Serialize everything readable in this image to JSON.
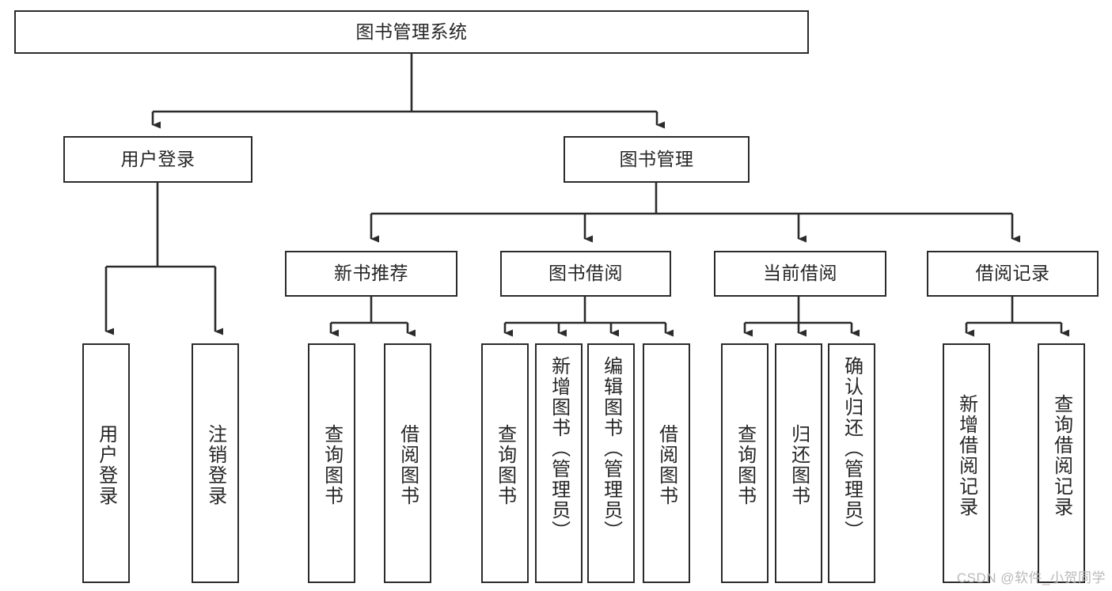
{
  "diagram": {
    "title": "图书管理系统",
    "type": "hierarchy-tree",
    "watermark": "CSDN @软件_小贺同学",
    "colors": {
      "stroke": "#2b2b2b",
      "fill": "#ffffff",
      "text": "#262626",
      "watermark": "#b9b9b9"
    },
    "nodes": {
      "root": {
        "label": "图书管理系统"
      },
      "level2": [
        {
          "label": "用户登录"
        },
        {
          "label": "图书管理"
        }
      ],
      "level3": [
        {
          "label": "新书推荐"
        },
        {
          "label": "图书借阅"
        },
        {
          "label": "当前借阅"
        },
        {
          "label": "借阅记录"
        }
      ],
      "leaves_user_login": [
        {
          "label": "用户登录"
        },
        {
          "label": "注销登录"
        }
      ],
      "leaves_new_book": [
        {
          "label": "查询图书"
        },
        {
          "label": "借阅图书"
        }
      ],
      "leaves_borrow": [
        {
          "label": "查询图书"
        },
        {
          "label": "新增图书（管理员）"
        },
        {
          "label": "编辑图书（管理员）"
        },
        {
          "label": "借阅图书"
        }
      ],
      "leaves_current": [
        {
          "label": "查询图书"
        },
        {
          "label": "归还图书"
        },
        {
          "label": "确认归还（管理员）"
        }
      ],
      "leaves_records": [
        {
          "label": "新增借阅记录"
        },
        {
          "label": "查询借阅记录"
        }
      ]
    }
  }
}
